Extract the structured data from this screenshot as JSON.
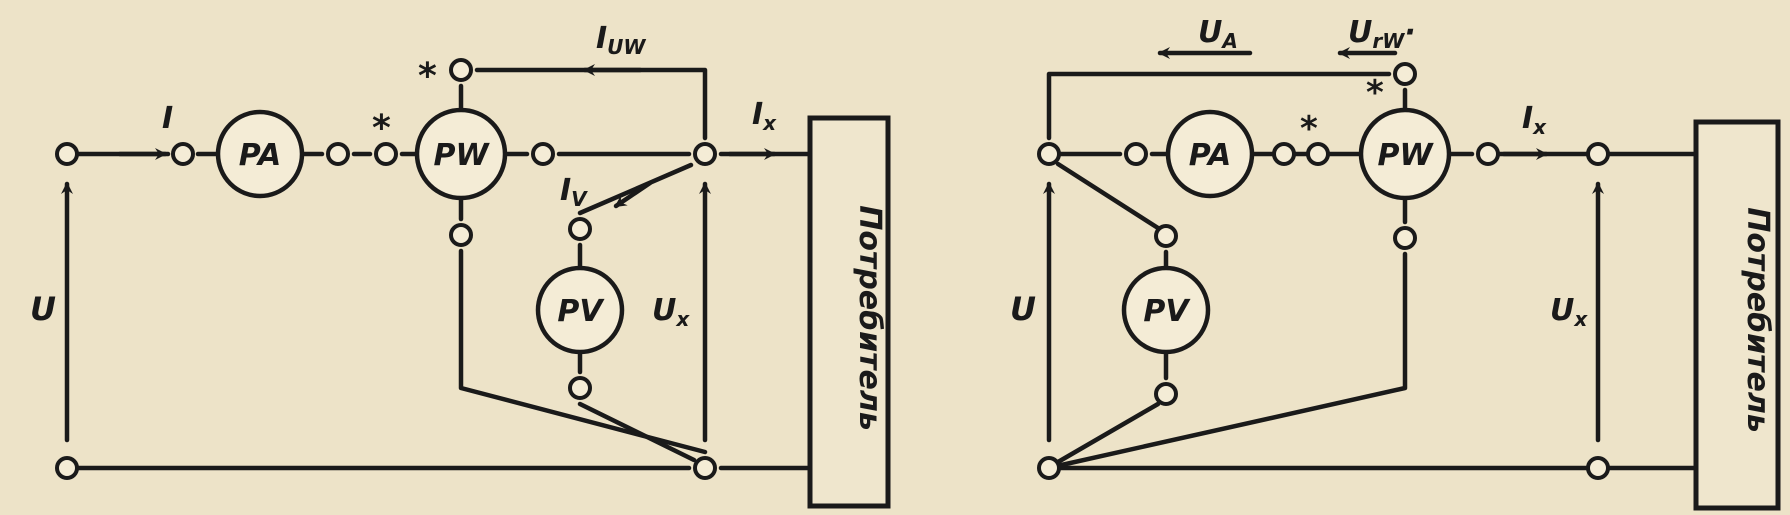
{
  "left_circuit": {
    "current_label": "I",
    "ammeter": "PA",
    "wattmeter": "PW",
    "voltmeter": "PV",
    "star_1": "*",
    "star_2": "*",
    "uw_current": "I",
    "uw_current_sub": "UW",
    "load_current": "I",
    "load_current_sub": "x",
    "voltmeter_current": "I",
    "voltmeter_current_sub": "V",
    "source_voltage": "U",
    "load_voltage": "U",
    "load_voltage_sub": "x",
    "consumer": "Потребитель"
  },
  "right_circuit": {
    "ammeter": "PA",
    "wattmeter": "PW",
    "voltmeter": "PV",
    "star_1": "*",
    "star_2": "*",
    "ammeter_voltage": "U",
    "ammeter_voltage_sub": "A",
    "wattmeter_voltage": "U",
    "wattmeter_voltage_sub": "rW",
    "wattmeter_voltage_dot": "·",
    "load_current": "I",
    "load_current_sub": "x",
    "source_voltage": "U",
    "load_voltage": "U",
    "load_voltage_sub": "x",
    "consumer": "Потребитель"
  }
}
